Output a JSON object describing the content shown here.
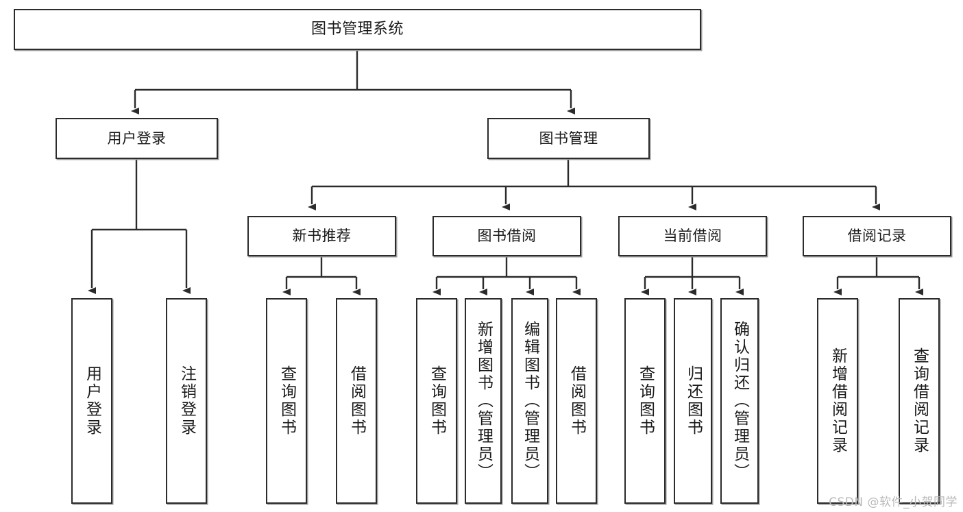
{
  "diagram": {
    "title": "图书管理系统",
    "type": "tree-hierarchy-chart",
    "background": "#ffffff",
    "box_border_color": "#2b2b2b",
    "text_color": "#1a1a1a"
  },
  "nodes": {
    "root": {
      "label": "图书管理系统"
    },
    "level1": [
      {
        "label": "用户登录"
      },
      {
        "label": "图书管理"
      }
    ],
    "level2": [
      {
        "label": "新书推荐"
      },
      {
        "label": "图书借阅"
      },
      {
        "label": "当前借阅"
      },
      {
        "label": "借阅记录"
      }
    ],
    "leaves": {
      "user_login": [
        {
          "label": "用户登录"
        },
        {
          "label": "注销登录"
        }
      ],
      "new_book": [
        {
          "label": "查询图书"
        },
        {
          "label": "借阅图书"
        }
      ],
      "book_borrow": [
        {
          "label": "查询图书"
        },
        {
          "label": "新增图书（管理员）"
        },
        {
          "label": "编辑图书（管理员）"
        },
        {
          "label": "借阅图书"
        }
      ],
      "current_borrow": [
        {
          "label": "查询图书"
        },
        {
          "label": "归还图书"
        },
        {
          "label": "确认归还（管理员）"
        }
      ],
      "borrow_record": [
        {
          "label": "新增借阅记录"
        },
        {
          "label": "查询借阅记录"
        }
      ]
    }
  },
  "watermark": {
    "text": "CSDN @软件_小贺同学",
    "color": "#b9b9b9"
  }
}
